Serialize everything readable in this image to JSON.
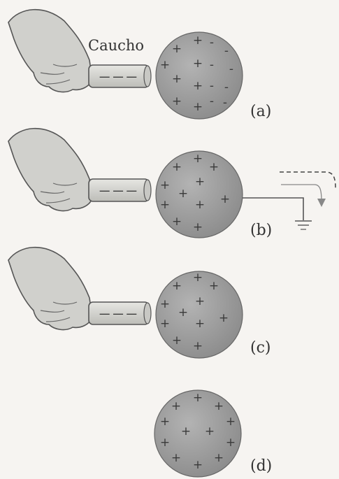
{
  "rod_material_label": "Caucho",
  "colors": {
    "sphere": "#8f8f8f",
    "sphere_highlight": "#b3b3b3",
    "rod": "#d6d6d2",
    "hand": "#d0d0cc",
    "ink": "#3a3a3a"
  },
  "panels": [
    {
      "label": "(a)",
      "has_rod": true,
      "grounded": false,
      "rod_charges": "---",
      "sphere_signs": [
        "+",
        "+",
        "+",
        "+",
        "+",
        "+",
        "+",
        "+",
        "-",
        "-",
        "-",
        "-",
        "-",
        "-",
        "-",
        "-"
      ]
    },
    {
      "label": "(b)",
      "has_rod": true,
      "grounded": true,
      "rod_charges": "---",
      "sphere_signs": [
        "+",
        "+",
        "+",
        "+",
        "+",
        "+",
        "+",
        "+",
        "+",
        "+",
        "+"
      ]
    },
    {
      "label": "(c)",
      "has_rod": true,
      "grounded": false,
      "rod_charges": "---",
      "sphere_signs": [
        "+",
        "+",
        "+",
        "+",
        "+",
        "+",
        "+",
        "+",
        "+",
        "+",
        "+"
      ]
    },
    {
      "label": "(d)",
      "has_rod": false,
      "grounded": false,
      "rod_charges": "",
      "sphere_signs": [
        "+",
        "+",
        "+",
        "+",
        "+",
        "+",
        "+",
        "+",
        "+",
        "+",
        "+",
        "+"
      ]
    }
  ]
}
